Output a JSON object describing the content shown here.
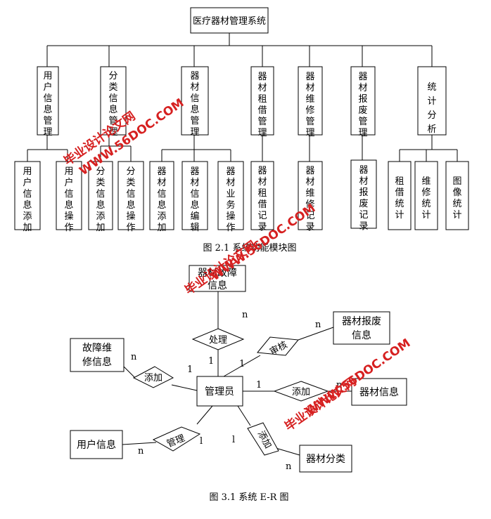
{
  "fig1": {
    "root": "医疗器材管理系统",
    "modules": [
      {
        "label": "用户信息管理",
        "children": [
          "用户信息添加",
          "用户信息操作"
        ]
      },
      {
        "label": "分类信息管理",
        "children": [
          "分类信息添加",
          "分类信息操作"
        ]
      },
      {
        "label": "器材信息管理",
        "children": [
          "器材信息添加",
          "器材信息编辑",
          "器材业务操作"
        ]
      },
      {
        "label": "器材租借管理",
        "children": [
          "器材租借记录"
        ]
      },
      {
        "label": "器材维修管理",
        "children": [
          "器材维修记录"
        ]
      },
      {
        "label": "器材报废管理",
        "children": [
          "器材报废记录"
        ]
      },
      {
        "label": "统计分析",
        "children": [
          "租借统计",
          "维修统计",
          "图像统计"
        ]
      }
    ],
    "caption": "图 2.1 系统功能模块图"
  },
  "fig2": {
    "entities": {
      "equipment_fault": "器材故障信息",
      "scrap": "器材报废信息",
      "repair": "故障维修信息",
      "admin": "管理员",
      "equipment": "器材信息",
      "user": "用户信息",
      "category": "器材分类"
    },
    "relations": {
      "handle": "处理",
      "review": "审核",
      "add_repair": "添加",
      "add_equipment": "添加",
      "manage": "管理",
      "add_category": "添加"
    },
    "cardinalities": {
      "handle_top": "n",
      "handle_bottom": "1",
      "review_left": "1",
      "review_right": "n",
      "add_repair_left": "n",
      "add_repair_right": "1",
      "add_equipment_left": "1",
      "add_equipment_right": "n",
      "manage_left": "n",
      "manage_right": "l",
      "add_category_left": "l",
      "add_category_right": "n"
    },
    "caption": "图 3.1 系统 E-R 图"
  },
  "watermarks": {
    "site": "WWW.56DOC.COM",
    "cn": "毕业设计论文网",
    "color": "#d62020"
  }
}
